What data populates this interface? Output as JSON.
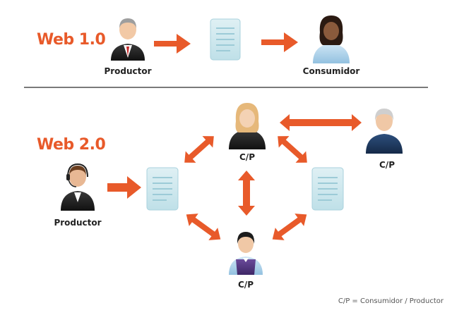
{
  "colors": {
    "accent": "#e85a2a",
    "document": "#cde7ee",
    "divider": "#777777"
  },
  "web1": {
    "title": "Web 1.0",
    "producer_label": "Productor",
    "consumer_label": "Consumidor"
  },
  "web2": {
    "title": "Web 2.0",
    "producer_label": "Productor",
    "node_label": "C/P"
  },
  "legend": "C/P = Consumidor / Productor",
  "icons": [
    "businessman-icon",
    "document-icon",
    "woman-icon",
    "headset-person-icon",
    "elder-person-icon",
    "young-man-icon"
  ]
}
